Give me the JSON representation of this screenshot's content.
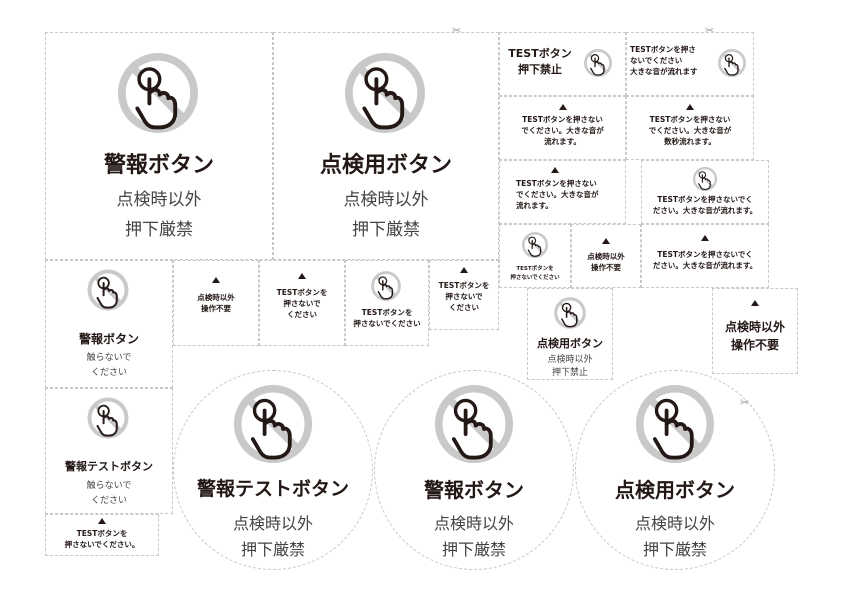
{
  "colors": {
    "text": "#231815",
    "ring": "#c9c9c9",
    "dash": "#c8c8c8"
  },
  "icons": {
    "main": "no-touch-icon",
    "cut": "scissors-icon",
    "warn": "triangle-icon"
  },
  "large_cards": {
    "alarm": {
      "title": "警報ボタン",
      "line1": "点検時以外",
      "line2": "押下厳禁"
    },
    "inspection": {
      "title": "点検用ボタン",
      "line1": "点検時以外",
      "line2": "押下厳禁"
    }
  },
  "small_cards": {
    "test_forbidden": "TESTボタン\n押下禁止",
    "test_loud_short": "TESTボタンを押さ\nないでください\n大きな音が流れます",
    "test_loud_a": "TESTボタンを押さない\nでください。大きな音が\n流れます。",
    "test_loud_b": "TESTボタンを押さない\nでください。大きな音が\n数秒流れます。",
    "test_loud_c": "TESTボタンを押さない\nでください。大きな音が\n流れます。",
    "test_loud_d": "TESTボタンを押さないでく\nださい。大きな音が流れます。",
    "test_tiny_icon": "TESTボタンを\n押さないでください",
    "op_not_needed_small": "点検時以外\n操作不要",
    "test_loud_e": "TESTボタンを押さないでく\nださい。大きな音が流れます。",
    "insp_forbid": {
      "title": "点検用ボタン",
      "line1": "点検時以外",
      "line2": "押下禁止"
    },
    "op_not_needed_big": "点検時以外\n操作不要"
  },
  "left_cards": {
    "alarm_touch": {
      "title": "警報ボタン",
      "line1": "触らないで",
      "line2": "ください"
    },
    "alarm_test_touch": {
      "title": "警報テストボタン",
      "line1": "触らないで",
      "line2": "ください"
    },
    "test_bottom": "TESTボタンを\n押さないでください。"
  },
  "mid_row": {
    "op_not_needed": "点検時以外\n操作不要",
    "test_no_press": "TESTボタンを\n押さないで\nください",
    "test_icon_label": "TESTボタンを\n押さないでください",
    "test_no_press2": "TESTボタンを\n押さないで\nください"
  },
  "round_cards": [
    {
      "title": "警報テストボタン",
      "line1": "点検時以外",
      "line2": "押下厳禁"
    },
    {
      "title": "警報ボタン",
      "line1": "点検時以外",
      "line2": "押下厳禁"
    },
    {
      "title": "点検用ボタン",
      "line1": "点検時以外",
      "line2": "押下厳禁"
    }
  ]
}
